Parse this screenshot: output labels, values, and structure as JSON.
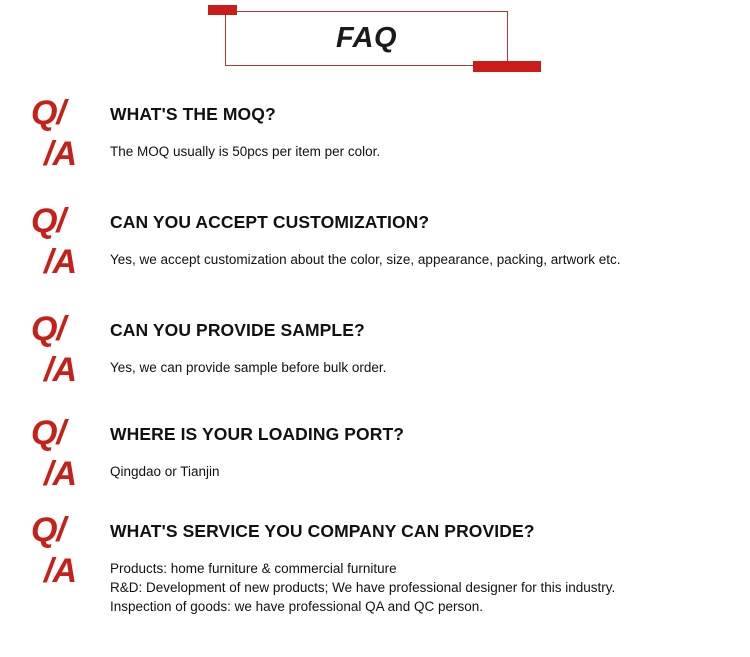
{
  "header": {
    "title": "FAQ",
    "accent_color": "#cb1d17",
    "frame_color": "#b2392f"
  },
  "marker": {
    "question_mark": "Q/",
    "answer_mark": "/A",
    "color": "#c5201a"
  },
  "faqs": [
    {
      "question": "WHAT'S THE MOQ?",
      "answer_lines": [
        "The MOQ usually is 50pcs per item per color."
      ]
    },
    {
      "question": "CAN YOU ACCEPT CUSTOMIZATION?",
      "answer_lines": [
        "Yes, we accept customization about the color, size, appearance, packing, artwork etc."
      ]
    },
    {
      "question": "CAN YOU PROVIDE SAMPLE?",
      "answer_lines": [
        "Yes, we can provide sample before bulk order."
      ]
    },
    {
      "question": "WHERE IS YOUR LOADING PORT?",
      "answer_lines": [
        "Qingdao or Tianjin"
      ]
    },
    {
      "question": "WHAT'S SERVICE YOU COMPANY CAN PROVIDE?",
      "answer_lines": [
        "Products: home furniture & commercial furniture",
        "R&D: Development of new products; We have professional designer for this industry.",
        "Inspection of goods: we have professional QA and QC person."
      ]
    }
  ]
}
